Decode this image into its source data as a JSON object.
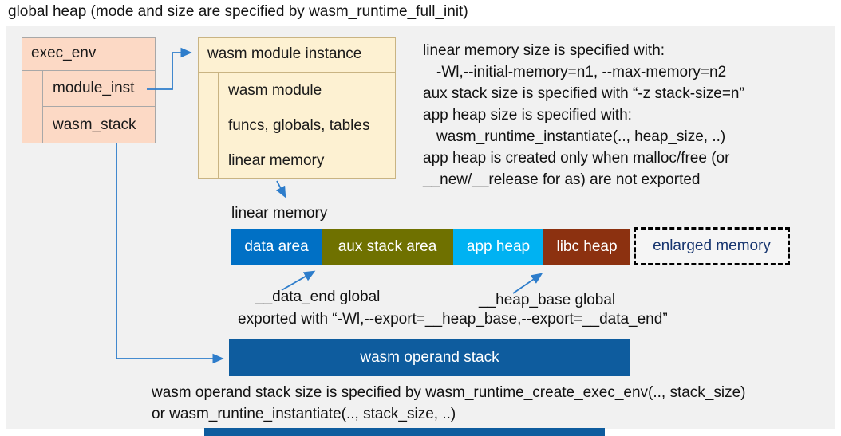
{
  "title": "global heap (mode and size are specified by wasm_runtime_full_init)",
  "exec_env": {
    "header": "exec_env",
    "fields": [
      "module_inst",
      "wasm_stack"
    ]
  },
  "module_instance": {
    "header": "wasm module instance",
    "fields": [
      "wasm module",
      "funcs, globals, tables",
      "linear memory"
    ]
  },
  "notes": {
    "lines": [
      "linear memory size is specified with:",
      "-Wl,--initial-memory=n1, --max-memory=n2",
      "aux stack size is specified with “-z stack-size=n”",
      "app heap size is specified with:",
      "wasm_runtime_instantiate(.., heap_size, ..)",
      "app heap is created only when malloc/free (or",
      "__new/__release for as) are not exported"
    ]
  },
  "linear_memory": {
    "label": "linear memory",
    "segments": [
      {
        "label": "data area",
        "color": "#0070c5"
      },
      {
        "label": "aux stack area",
        "color": "#6f7100"
      },
      {
        "label": "app heap",
        "color": "#00b2f2"
      },
      {
        "label": "libc heap",
        "color": "#8c3110"
      }
    ],
    "enlarged": {
      "label": "enlarged memory",
      "text_color": "#17356f"
    }
  },
  "globals": {
    "data_end": "__data_end global",
    "heap_base": "__heap_base global",
    "exported": "exported with “-Wl,--export=__heap_base,--export=__data_end”"
  },
  "operand_stack": {
    "label": "wasm operand stack",
    "color": "#0e5c9e",
    "description": [
      "wasm operand stack size is specified by wasm_runtime_create_exec_env(.., stack_size)",
      "or wasm_runtine_instantiate(.., stack_size, ..)"
    ]
  },
  "colors": {
    "panel_background": "#f1f1f1",
    "exec_env_fill": "#fcd9c5",
    "module_instance_fill": "#fdf1d2",
    "arrow": "#2e7dcb"
  }
}
